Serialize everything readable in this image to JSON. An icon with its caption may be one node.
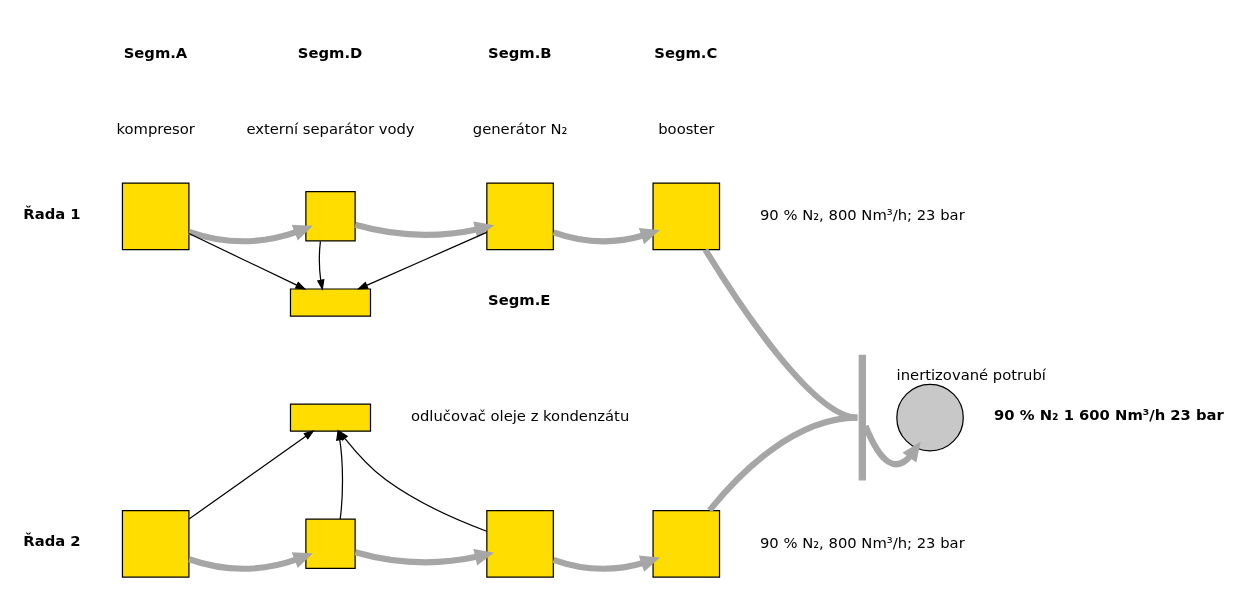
{
  "diagram": {
    "nodes": [
      {
        "text": [],
        "shape": "box"
      },
      {
        "text": [],
        "shape": "box"
      },
      {
        "text": [],
        "shape": "box"
      },
      {
        "text": [],
        "shape": "box"
      },
      {
        "text": [],
        "shape": "box"
      },
      {
        "text": [],
        "shape": "box"
      },
      {
        "text": [],
        "shape": "box"
      },
      {
        "text": [],
        "shape": "box"
      },
      {
        "text": [],
        "shape": "box"
      },
      {
        "text": [],
        "shape": "box"
      },
      {
        "text": [],
        "shape": "bar"
      },
      {
        "text": [],
        "shape": "circle",
        "beside": [
          "inertizované potrubí",
          "90 % N₂ 1 600 Nm³/h 23 bar"
        ]
      }
    ],
    "edges": [
      {
        "from": 0,
        "to": 1,
        "arrow": "to"
      },
      {
        "from": 1,
        "to": 2,
        "arrow": "to"
      },
      {
        "from": 2,
        "to": 3,
        "arrow": "to"
      },
      {
        "from": 3,
        "to": 10,
        "arrow": "none"
      },
      {
        "from": 0,
        "to": 4,
        "arrow": "to",
        "color": "#000000"
      },
      {
        "from": 1,
        "to": 4,
        "arrow": "to",
        "color": "#000000"
      },
      {
        "from": 2,
        "to": 4,
        "arrow": "to",
        "color": "#000000"
      },
      {
        "from": 6,
        "to": 5,
        "arrow": "to",
        "color": "#000000"
      },
      {
        "from": 7,
        "to": 5,
        "arrow": "to",
        "color": "#000000"
      },
      {
        "from": 8,
        "to": 5,
        "arrow": "to",
        "color": "#000000"
      },
      {
        "from": 6,
        "to": 7,
        "arrow": "to"
      },
      {
        "from": 7,
        "to": 8,
        "arrow": "to"
      },
      {
        "from": 8,
        "to": 9,
        "arrow": "to"
      },
      {
        "from": 9,
        "to": 10,
        "arrow": "none"
      },
      {
        "from": 10,
        "to": 11,
        "arrow": "to"
      }
    ],
    "labels": [
      "Segm.A",
      "Segm.D",
      "Segm.B",
      "Segm.C",
      "kompresor",
      "externí separátor vody",
      "generátor N₂",
      "booster",
      "Řada 1",
      "90 % N₂, 800 Nm³/h; 23 bar",
      "Segm.E",
      "odlučovač oleje z kondenzátu",
      "Řada 2",
      "90 % N₂, 800 Nm³/h; 23 bar"
    ]
  }
}
